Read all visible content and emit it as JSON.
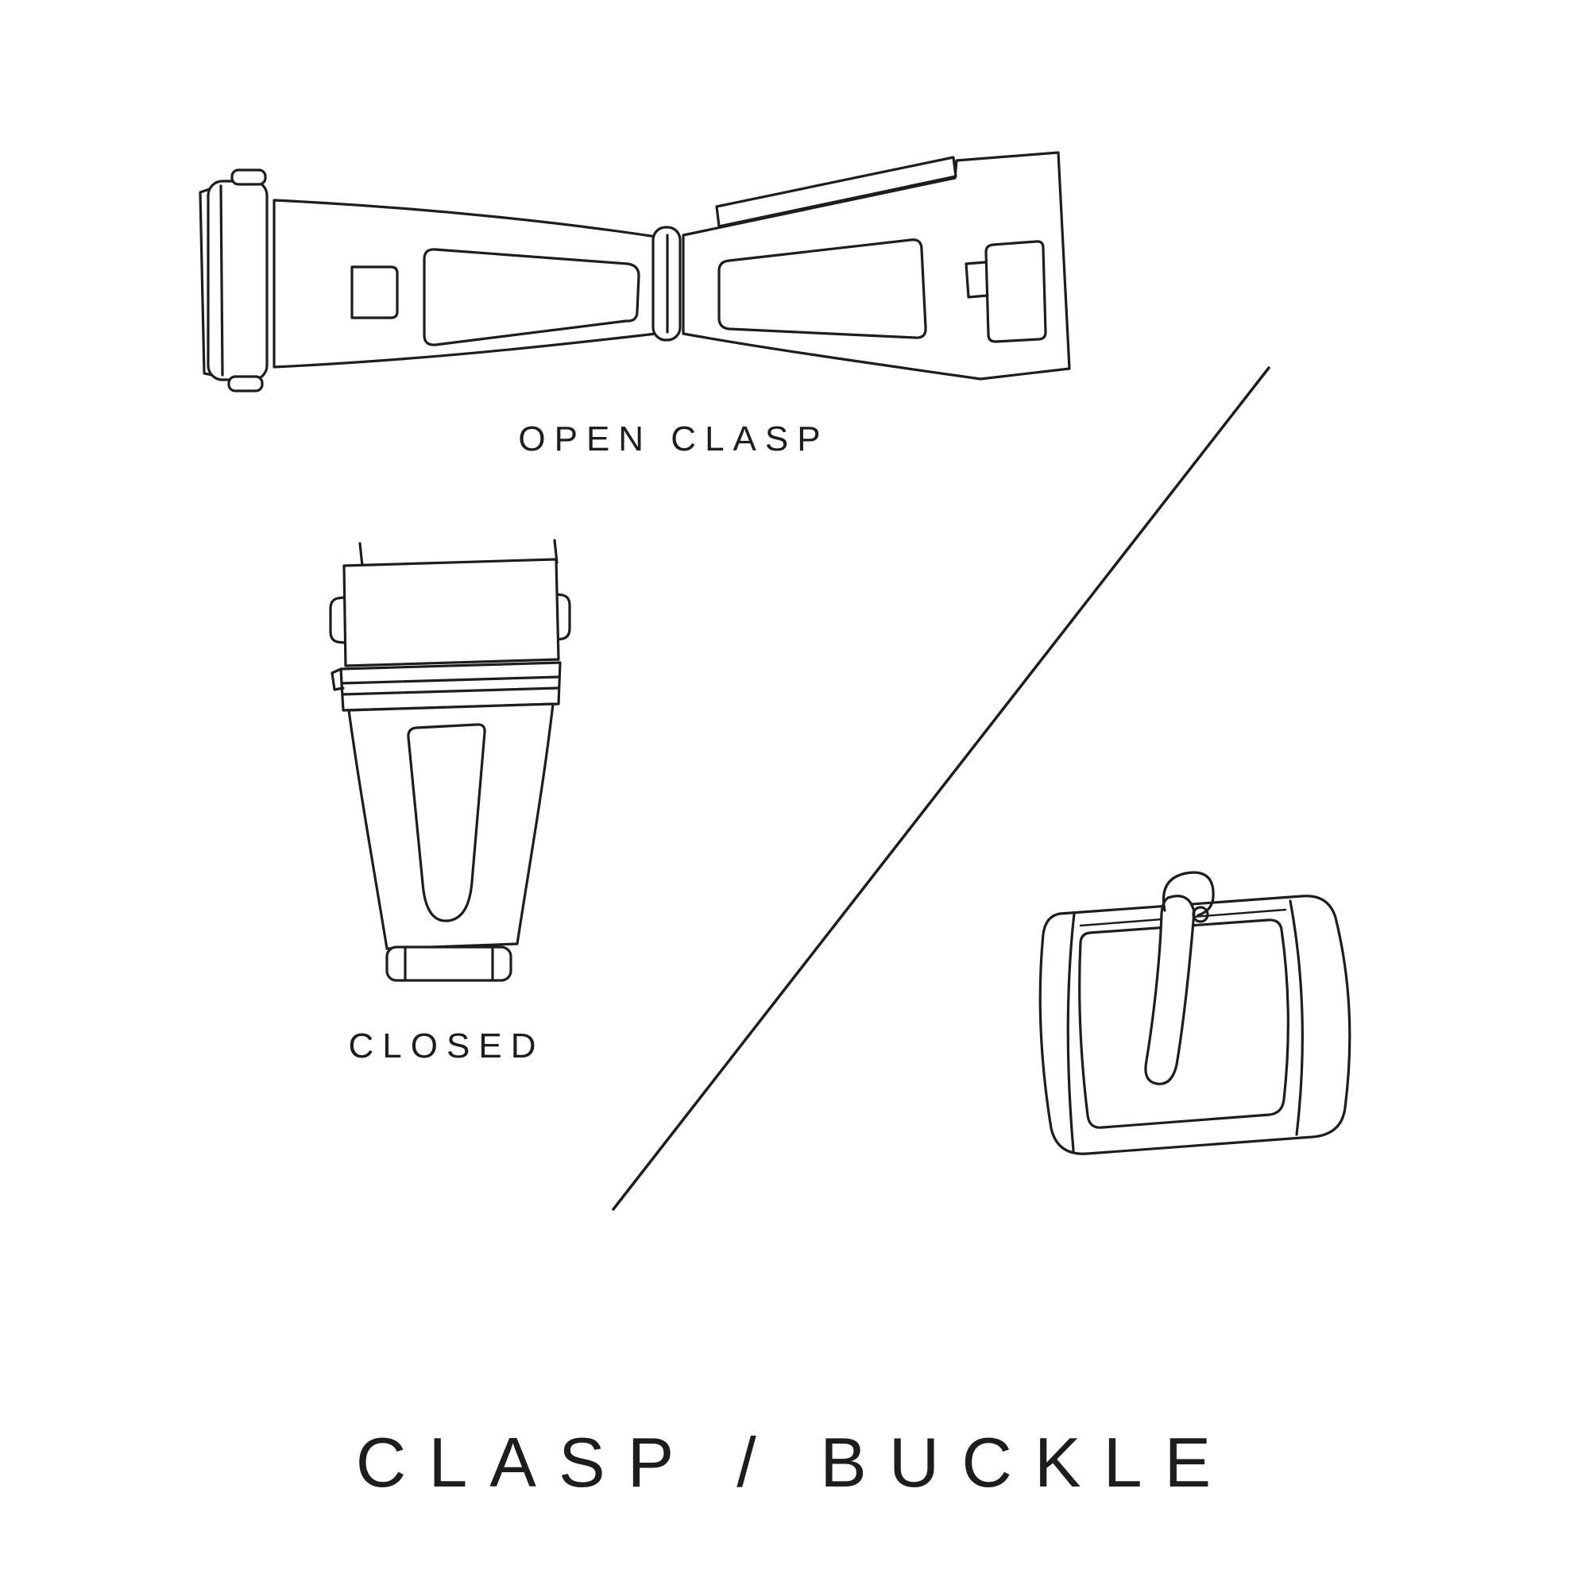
{
  "title": "CLASP / BUCKLE",
  "labels": {
    "open_clasp": "OPEN CLASP",
    "closed": "CLOSED"
  },
  "illustrations": {
    "open_clasp": "open-deployant-clasp-line-drawing",
    "closed_clasp": "closed-deployant-clasp-line-drawing",
    "buckle": "tang-buckle-line-drawing",
    "divider": "diagonal-divider-line"
  },
  "colors": {
    "ink": "#1d1d1b",
    "background": "#ffffff"
  }
}
